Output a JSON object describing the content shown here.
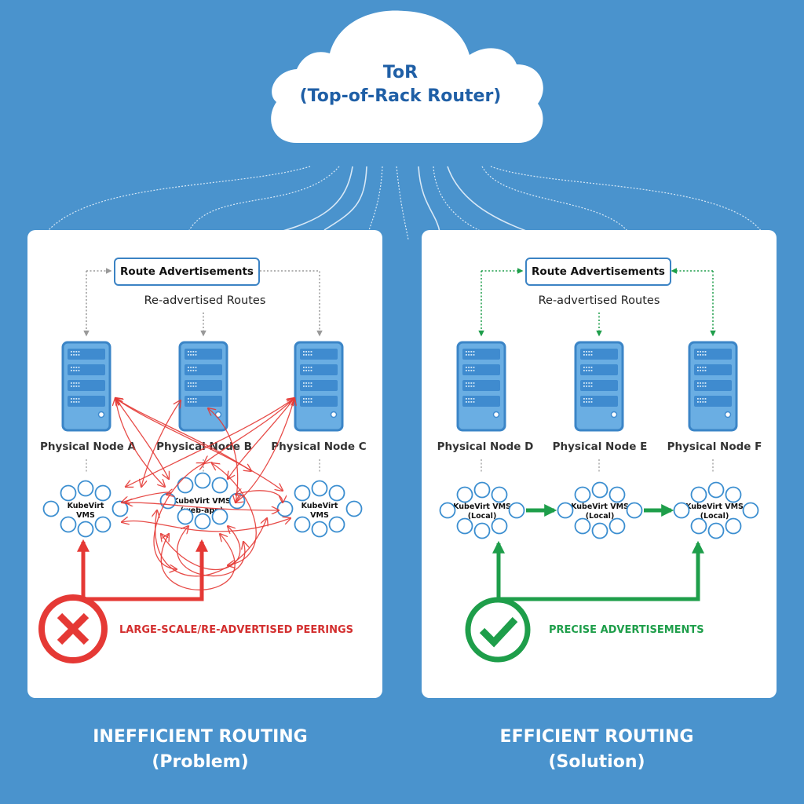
{
  "tor": {
    "title": "ToR",
    "subtitle": "(Top-of-Rack Router)"
  },
  "colors": {
    "background": "#4a93cd",
    "tor_text": "#1f5fa6",
    "server": "#5aa3dc",
    "vm_circle": "#3b8ed0",
    "problem": "#e53935",
    "solution": "#1e9e4a"
  },
  "panels": [
    {
      "id": "problem",
      "route_ads_label": "Route Advertisements",
      "readvertised_label": "Re-advertised Routes",
      "nodes": [
        {
          "label": "Physical Node A",
          "vm_label_1": "KubeVirt",
          "vm_label_2": "VMS"
        },
        {
          "label": "Physical Node B",
          "vm_label_1": "KubeVirt VMS",
          "vm_label_2": "(web-app)"
        },
        {
          "label": "Physical Node C",
          "vm_label_1": "KubeVirt",
          "vm_label_2": "VMS"
        }
      ],
      "status_icon": "x-circle-icon",
      "status_label": "LARGE-SCALE/RE-ADVERTISED PEERINGS",
      "footer_title": "INEFFICIENT ROUTING",
      "footer_subtitle": "(Problem)"
    },
    {
      "id": "solution",
      "route_ads_label": "Route Advertisements",
      "readvertised_label": "Re-advertised Routes",
      "nodes": [
        {
          "label": "Physical Node D",
          "vm_label_1": "KubeVirt VMS",
          "vm_label_2": "(Local)"
        },
        {
          "label": "Physical Node E",
          "vm_label_1": "KubeVirt VMS",
          "vm_label_2": "(Local)"
        },
        {
          "label": "Physical Node F",
          "vm_label_1": "KubeVirt VMS",
          "vm_label_2": "(Local)"
        }
      ],
      "status_icon": "check-circle-icon",
      "status_label": "PRECISE ADVERTISEMENTS",
      "footer_title": "EFFICIENT ROUTING",
      "footer_subtitle": "(Solution)"
    }
  ]
}
